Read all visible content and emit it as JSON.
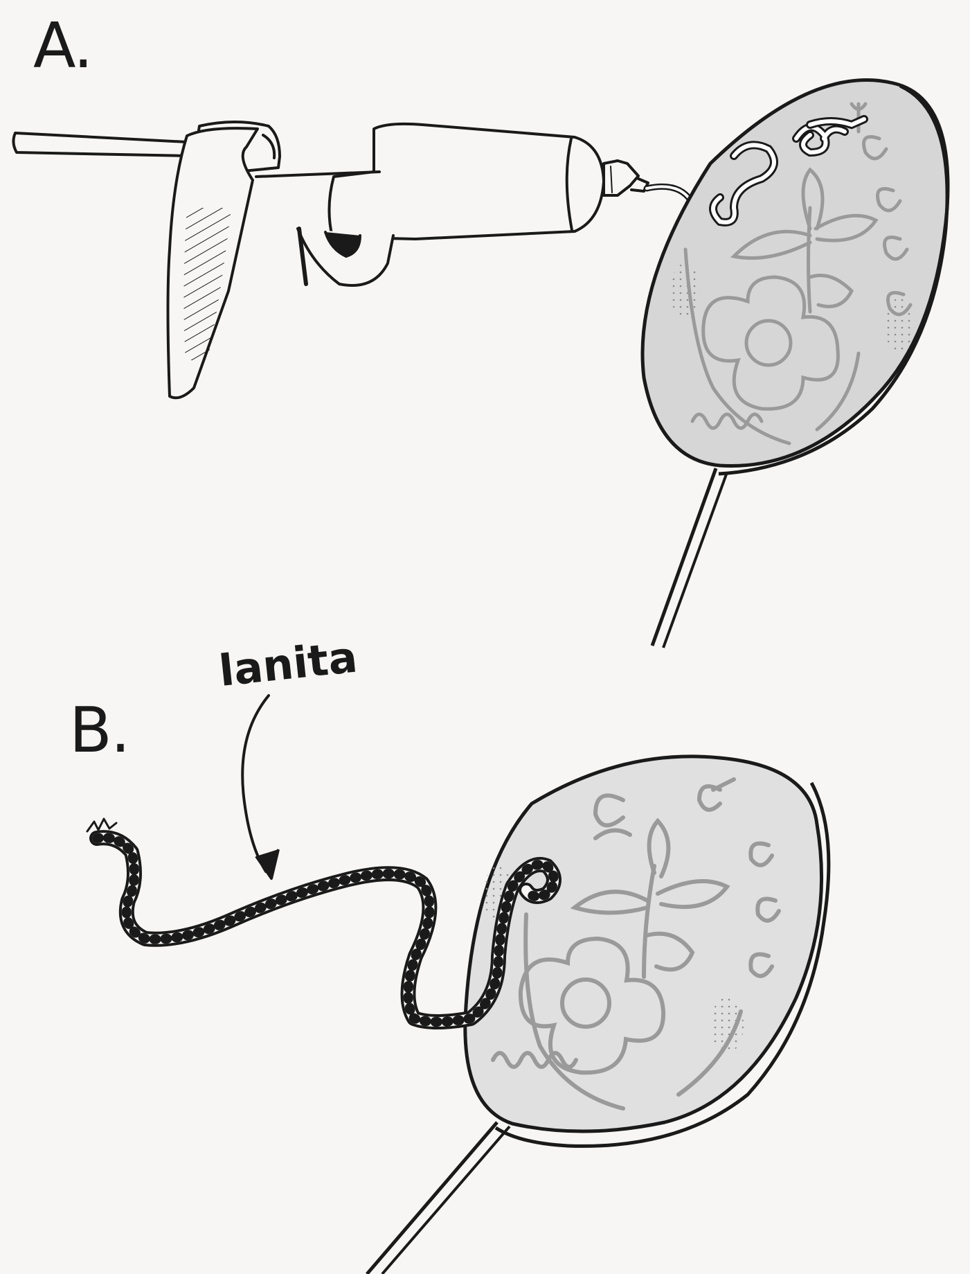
{
  "panels": {
    "a": {
      "label": "A."
    },
    "b": {
      "label": "B."
    }
  },
  "callout": {
    "text": "lanita"
  },
  "colors": {
    "background": "#f7f6f4",
    "ink": "#1a1a1a",
    "fan_fill": "#d6d6d6",
    "fan_fill_b": "#e0e0e0",
    "pattern": "#9a9a9a",
    "glue": "#ffffff"
  },
  "icons": {
    "glue_gun": "glue-gun-icon",
    "fan": "painted-fan-icon",
    "yarn": "twisted-yarn-icon"
  }
}
